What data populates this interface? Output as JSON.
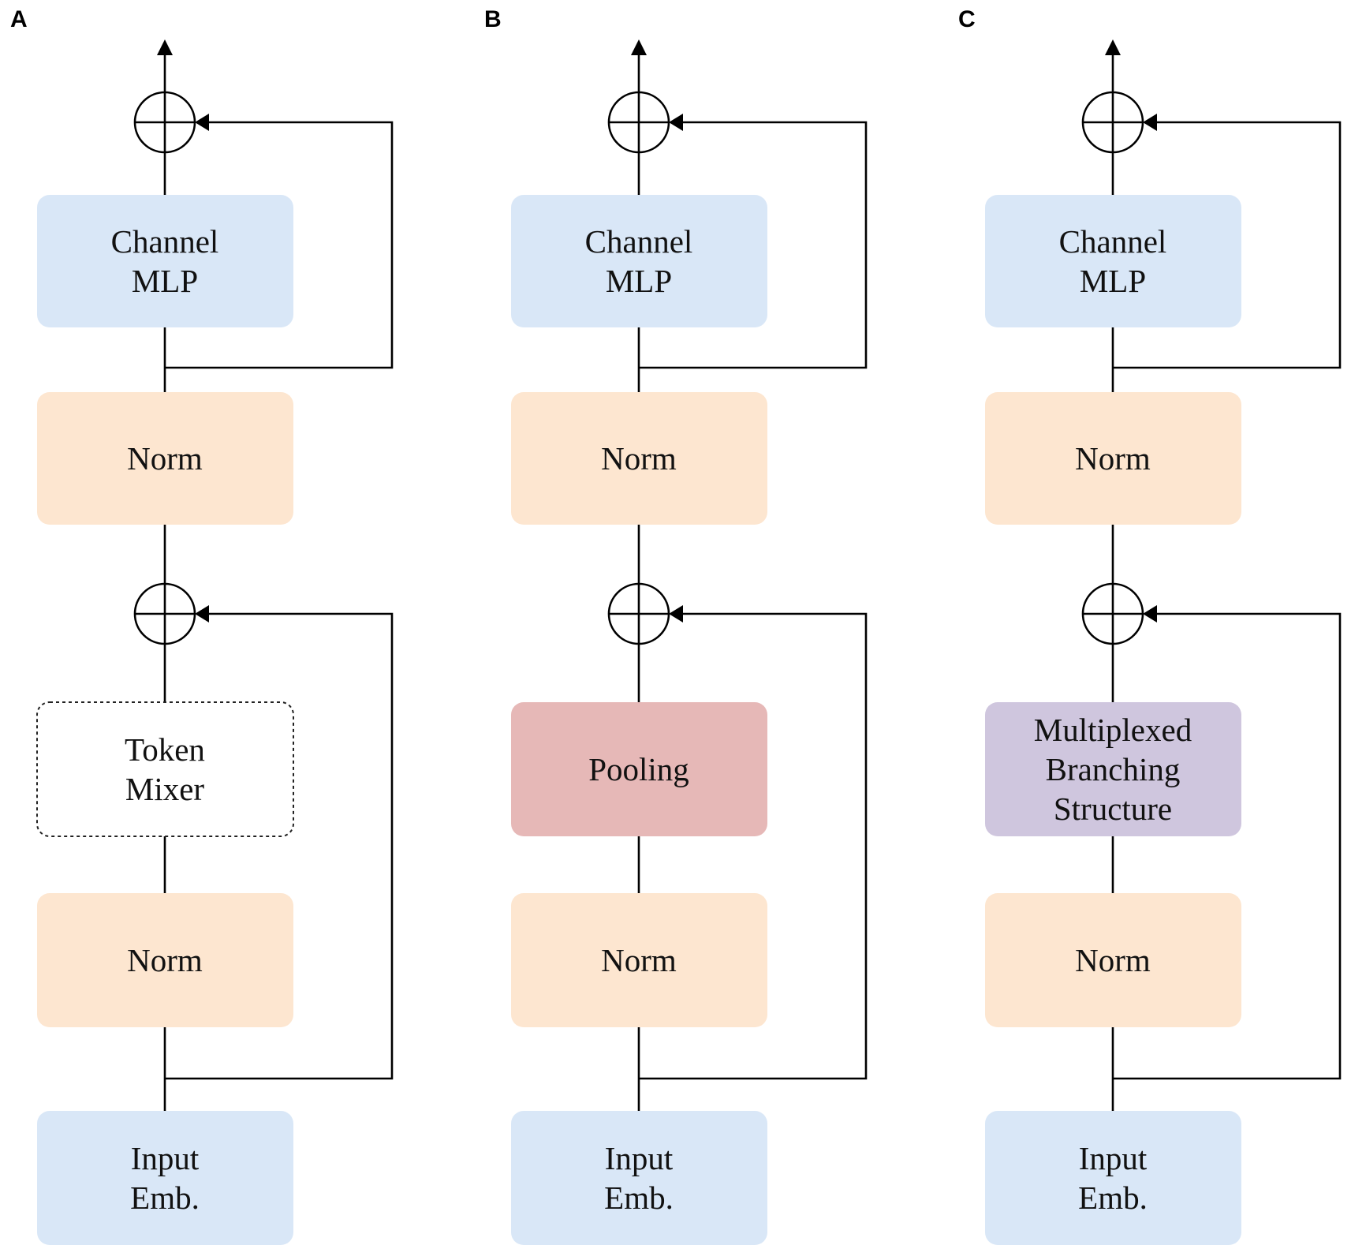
{
  "colors": {
    "channel_mlp": "#d9e7f7",
    "norm": "#fde6d0",
    "input_emb": "#d9e7f7",
    "token_mixer": "#ffffff",
    "pooling": "#e6b8b7",
    "multiplexed": "#cfc6de",
    "line": "#000000"
  },
  "panels": [
    {
      "label": "A",
      "channel_mlp": [
        "Channel",
        "MLP"
      ],
      "norm_top": [
        "Norm"
      ],
      "mixer": [
        "Token",
        "Mixer"
      ],
      "mixer_style": "dashed",
      "mixer_color_key": "token_mixer",
      "norm_bottom": [
        "Norm"
      ],
      "input": [
        "Input",
        "Emb."
      ]
    },
    {
      "label": "B",
      "channel_mlp": [
        "Channel",
        "MLP"
      ],
      "norm_top": [
        "Norm"
      ],
      "mixer": [
        "Pooling"
      ],
      "mixer_style": "solid",
      "mixer_color_key": "pooling",
      "norm_bottom": [
        "Norm"
      ],
      "input": [
        "Input",
        "Emb."
      ]
    },
    {
      "label": "C",
      "channel_mlp": [
        "Channel",
        "MLP"
      ],
      "norm_top": [
        "Norm"
      ],
      "mixer": [
        "Multiplexed",
        "Branching",
        "Structure"
      ],
      "mixer_style": "solid",
      "mixer_color_key": "multiplexed",
      "norm_bottom": [
        "Norm"
      ],
      "input": [
        "Input",
        "Emb."
      ]
    }
  ]
}
